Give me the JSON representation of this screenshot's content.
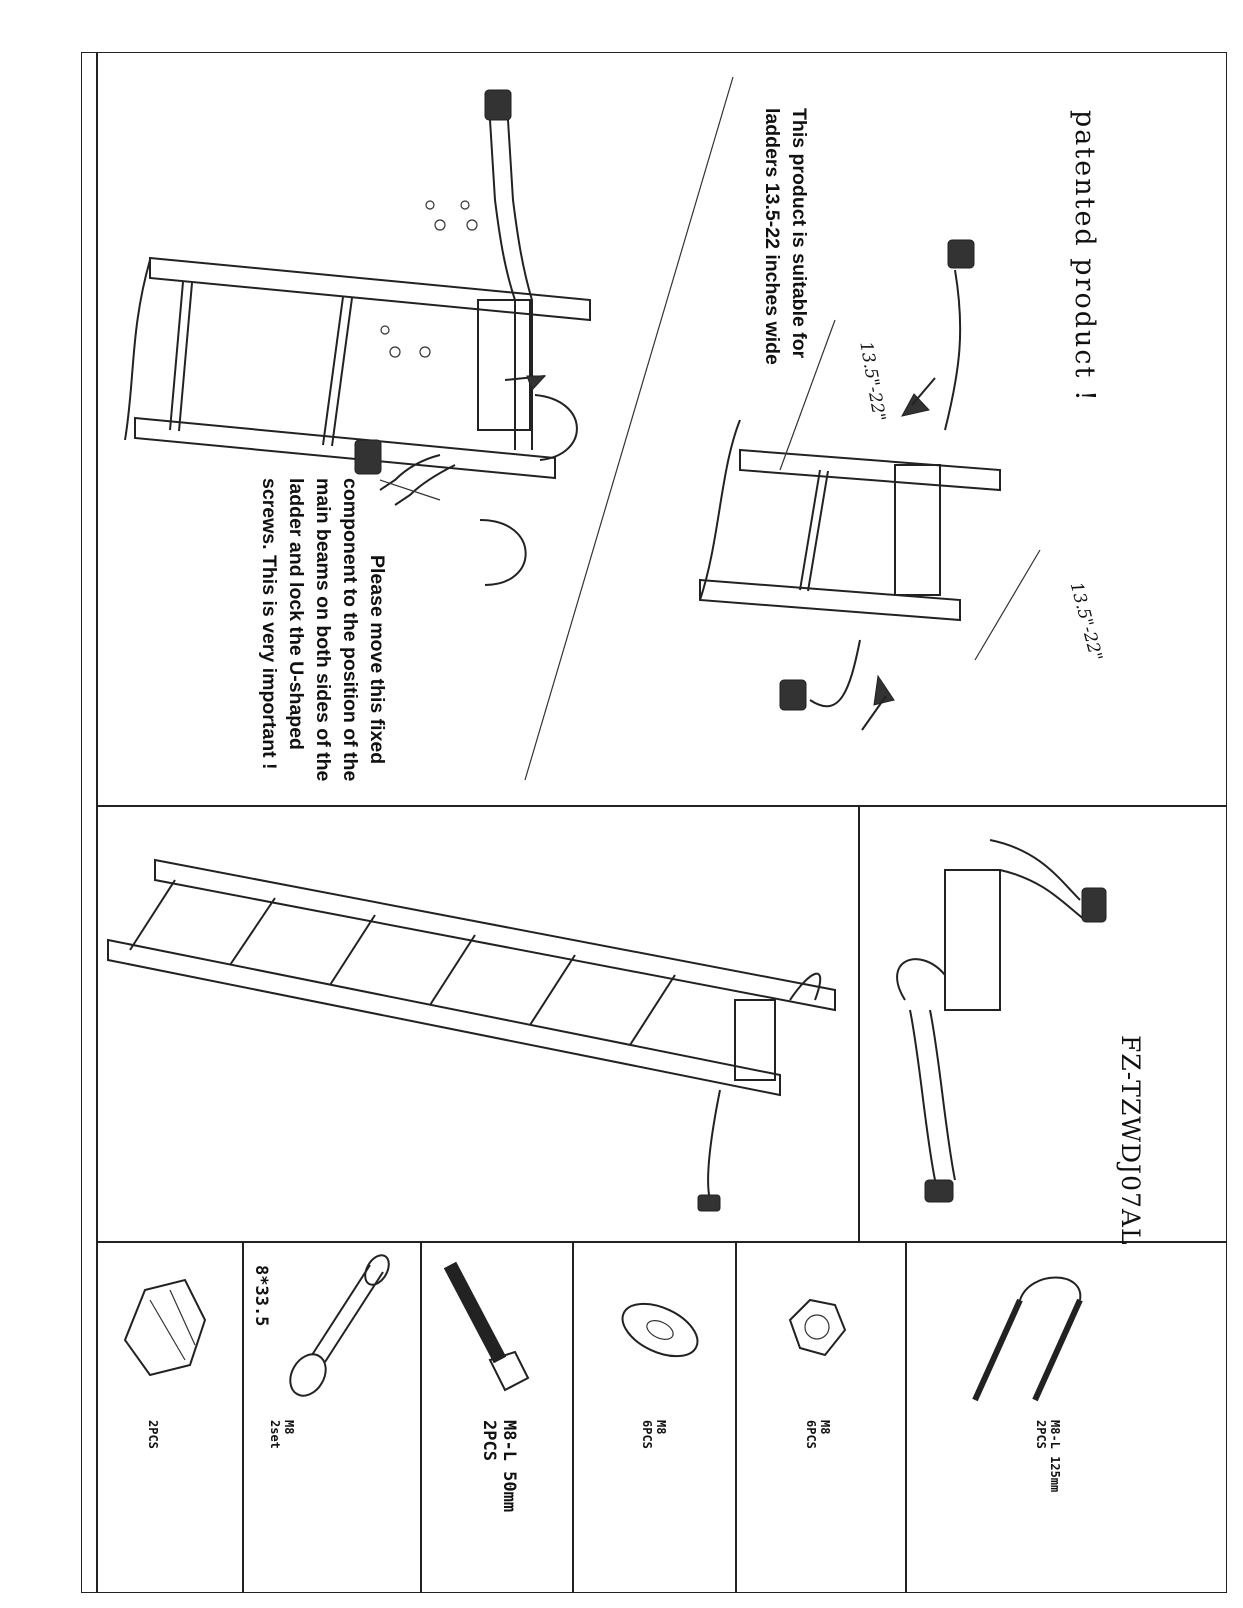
{
  "instruction_panel": {
    "heading": "patented product !",
    "suitability_note_line1": "This product is suitable for",
    "suitability_note_line2": "ladders 13.5-22 inches wide",
    "dimension_label": "13.5\"-22\"",
    "move_instruction": [
      "Please move this fixed",
      "component to the position of the",
      "main beams on both sides of the",
      "ladder and lock the U-shaped",
      "screws. This is very important !"
    ]
  },
  "product": {
    "model": "FZ-TZWDJ07AL"
  },
  "parts": [
    {
      "lines": [
        "M8-L 125mm",
        "2PCS"
      ]
    },
    {
      "lines": [
        "M8",
        "6PCS"
      ]
    },
    {
      "lines": [
        "M8",
        "6PCS"
      ]
    },
    {
      "lines": [
        "M8-L 50mm",
        "2PCS"
      ]
    },
    {
      "lines": [
        "M8",
        "2set"
      ],
      "extra": "8*33.5"
    },
    {
      "lines": [
        "2PCS"
      ]
    }
  ]
}
